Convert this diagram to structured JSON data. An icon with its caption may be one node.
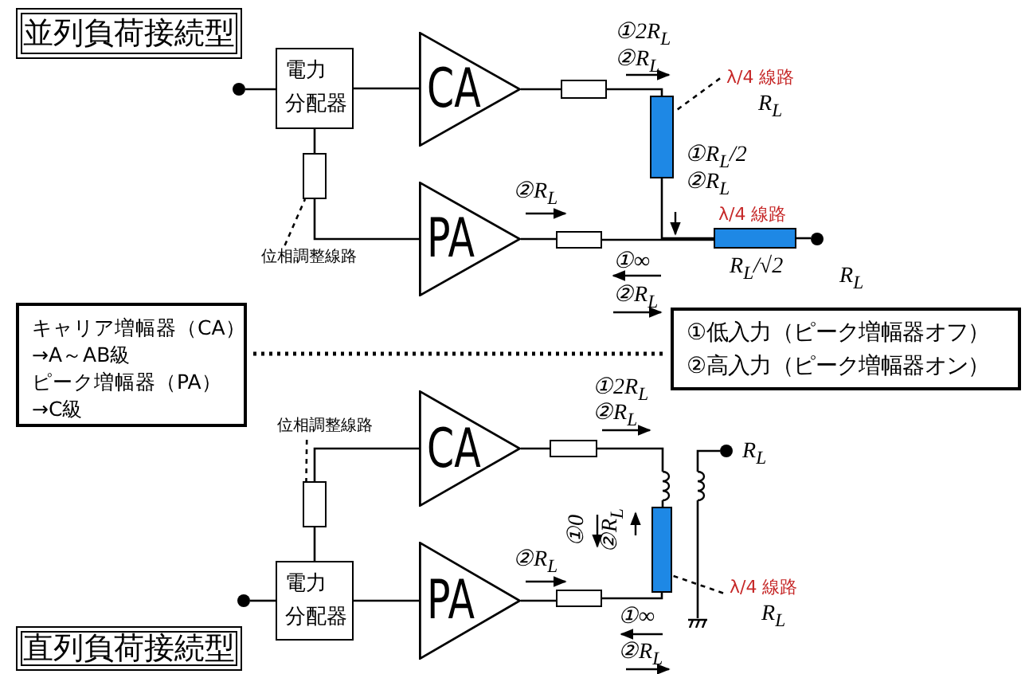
{
  "diagram": {
    "nodes": [
      {
        "text": [
          "並列負荷接続型"
        ]
      },
      {
        "text": [],
        "shape": "circle"
      },
      {
        "text": [
          "電力分配器"
        ]
      },
      {
        "text": [
          "CA"
        ]
      },
      {
        "text": [
          "PA"
        ]
      },
      {
        "text": [],
        "shape": "box"
      },
      {
        "text": [
          "位相調整線路"
        ]
      },
      {
        "text": [],
        "shape": "box"
      },
      {
        "text": [],
        "shape": "bar"
      },
      {
        "text": [
          "λ/4 線路",
          "R$_{L}$"
        ]
      },
      {
        "text": [],
        "shape": "box"
      },
      {
        "text": [],
        "shape": "bar",
        "beside": [
          "λ/4 線路",
          "R$_{L}$/√2"
        ]
      },
      {
        "text": [],
        "shape": "circle",
        "beside": [
          "R$_{L}$"
        ]
      },
      {
        "text": [
          "キャリア増幅器（CA）",
          "→A～AB級",
          "ピーク増幅器（PA）",
          "→C級"
        ]
      },
      {
        "text": [
          "①低入力（ピーク増幅器オフ）",
          "②高入力（ピーク増幅器オン）"
        ]
      },
      {
        "text": [
          "位相調整線路"
        ]
      },
      {
        "text": [
          "CA"
        ]
      },
      {
        "text": [],
        "shape": "box"
      },
      {
        "text": [],
        "shape": "box"
      },
      {
        "text": [],
        "shape": "coil"
      },
      {
        "text": [],
        "shape": "coil"
      },
      {
        "text": [],
        "shape": "circle",
        "beside": [
          "R$_{L}$"
        ]
      },
      {
        "text": [],
        "shape": "bar"
      },
      {
        "text": [
          "電力分配器"
        ]
      },
      {
        "text": [],
        "shape": "circle"
      },
      {
        "text": [
          "PA"
        ]
      },
      {
        "text": [],
        "shape": "box"
      },
      {
        "text": [
          "λ/4 線路",
          "R$_{L}$"
        ]
      },
      {
        "text": [],
        "shape": "ground"
      },
      {
        "text": [
          "直列負荷接続型"
        ]
      }
    ],
    "edges": [
      {
        "from": 1,
        "to": 2,
        "arrow": "none"
      },
      {
        "from": 2,
        "to": 3,
        "arrow": "none"
      },
      {
        "from": 2,
        "to": 5,
        "arrow": "none"
      },
      {
        "from": 5,
        "to": 4,
        "arrow": "none"
      },
      {
        "from": 6,
        "to": 5,
        "arrow": "none",
        "style": "dashed"
      },
      {
        "from": 3,
        "to": 7,
        "arrow": "none"
      },
      {
        "from": 7,
        "to": 8,
        "arrow": "none"
      },
      {
        "from": 9,
        "to": 8,
        "arrow": "none",
        "style": "dashed"
      },
      {
        "from": 4,
        "to": 10,
        "arrow": "none"
      },
      {
        "from": 10,
        "to": 11,
        "arrow": "none"
      },
      {
        "from": 8,
        "to": 11,
        "arrow": "none"
      },
      {
        "from": 11,
        "to": 12,
        "arrow": "none"
      },
      {
        "from": 24,
        "to": 23,
        "arrow": "none"
      },
      {
        "from": 23,
        "to": 25,
        "arrow": "none"
      },
      {
        "from": 23,
        "to": 17,
        "arrow": "none"
      },
      {
        "from": 17,
        "to": 16,
        "arrow": "none"
      },
      {
        "from": 15,
        "to": 17,
        "arrow": "none",
        "style": "dashed"
      },
      {
        "from": 16,
        "to": 18,
        "arrow": "none"
      },
      {
        "from": 18,
        "to": 19,
        "arrow": "none"
      },
      {
        "from": 19,
        "to": 22,
        "arrow": "none"
      },
      {
        "from": 25,
        "to": 26,
        "arrow": "none"
      },
      {
        "from": 26,
        "to": 22,
        "arrow": "none"
      },
      {
        "from": 20,
        "to": 21,
        "arrow": "none"
      },
      {
        "from": 20,
        "to": 28,
        "arrow": "none"
      },
      {
        "from": 27,
        "to": 22,
        "arrow": "none",
        "style": "dashed"
      }
    ],
    "labels": [
      "①2R$_{L}$",
      "②R$_{L}$",
      "①R$_{L}$/2",
      "②R$_{L}$",
      "②R$_{L}$",
      "①∞",
      "②R$_{L}$",
      "①2R$_{L}$",
      "②R$_{L}$",
      "①0",
      "②R$_{L}$",
      "②R$_{L}$",
      "①∞",
      "②R$_{L}$"
    ]
  }
}
